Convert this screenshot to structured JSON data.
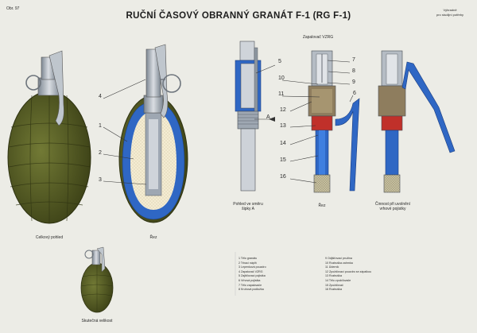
{
  "header": {
    "figure_number": "Obr. 97",
    "title": "RUČNÍ ČASOVÝ OBRANNÝ GRANÁT F-1 (RG F-1)",
    "corner_line1": "Výhradně",
    "corner_line2": "pro studijní potřeby"
  },
  "section_label": "Zapalovač VZRG",
  "direction_label": "A",
  "captions": {
    "overall": "Celkový pohled",
    "section_main": "Řez",
    "view_line1": "Pohled ve směru",
    "view_line2": "šipky A",
    "section_fuze": "Řez",
    "action_line1": "Činnost při uvolnění",
    "action_line2": "vrhové pojistky",
    "actual_size": "Skutečná velikost"
  },
  "callouts": [
    "1",
    "2",
    "3",
    "4",
    "5",
    "6",
    "7",
    "8",
    "9",
    "10",
    "11",
    "12",
    "13",
    "14",
    "15",
    "16"
  ],
  "legend_left": [
    "1 Tělo granátu",
    "2 Trhací náplň",
    "3 Lepenková pouzdro",
    "4 Zapalovač VZRG",
    "5 Zajišťovací pojistka",
    "6 Vrhová pojistka",
    "7 Tělo zapalovače",
    "8 Kruhová podložka"
  ],
  "legend_right": [
    "9 Odjišťovací pružina",
    "10 Rozbuška zahrnka",
    "11 Úderník",
    "12 Zpožďovací pouzdro se zápalkou",
    "13 Rozbuška",
    "14 Tělo zpožďovače",
    "15 Zpožďovač",
    "16 Rozbuška"
  ],
  "colors": {
    "background": "#ecece6",
    "body_olive": "#5a6128",
    "body_olive_dark": "#3f4419",
    "steel_blue": "#2f67c4",
    "fuze_grey": "#9ea7b2",
    "charge_cream": "#f4ecd2",
    "khaki": "#b3a86a",
    "red": "#c0302a"
  }
}
